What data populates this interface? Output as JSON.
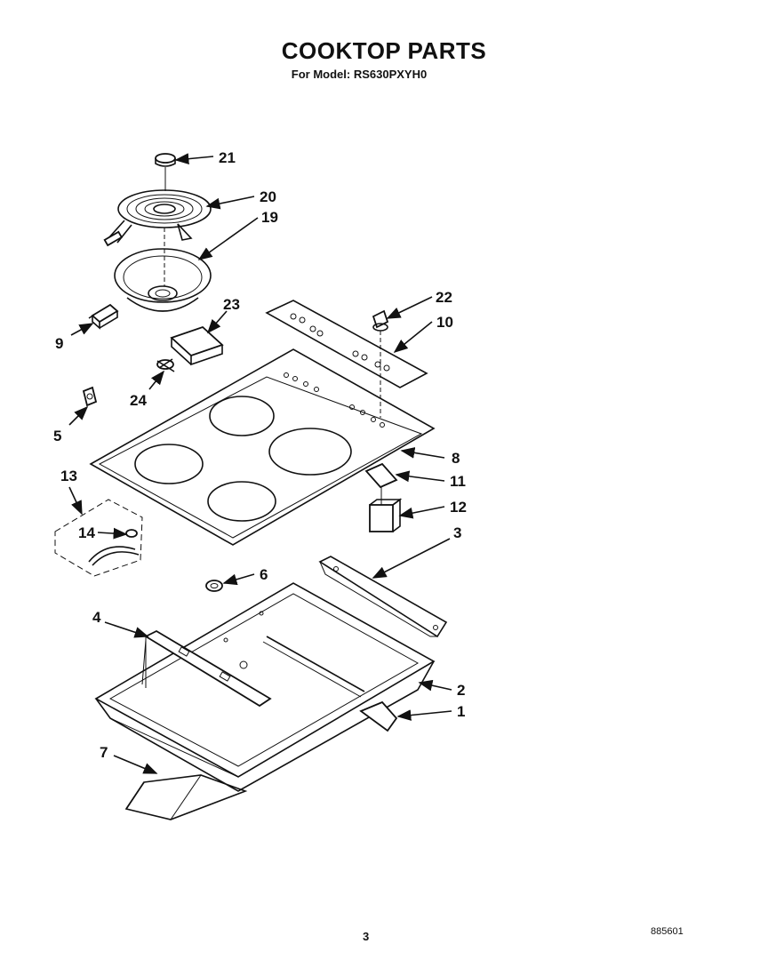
{
  "header": {
    "title": "COOKTOP PARTS",
    "subtitle": "For Model: RS630PXYH0"
  },
  "footer": {
    "page_number": "3",
    "doc_code": "885601"
  },
  "callouts": [
    {
      "id": "c21",
      "text": "21"
    },
    {
      "id": "c20",
      "text": "20"
    },
    {
      "id": "c19",
      "text": "19"
    },
    {
      "id": "c9",
      "text": "9"
    },
    {
      "id": "c23",
      "text": "23"
    },
    {
      "id": "c22",
      "text": "22"
    },
    {
      "id": "c10",
      "text": "10"
    },
    {
      "id": "c24",
      "text": "24"
    },
    {
      "id": "c5",
      "text": "5"
    },
    {
      "id": "c8",
      "text": "8"
    },
    {
      "id": "c13",
      "text": "13"
    },
    {
      "id": "c11",
      "text": "11"
    },
    {
      "id": "c12",
      "text": "12"
    },
    {
      "id": "c14",
      "text": "14"
    },
    {
      "id": "c3",
      "text": "3"
    },
    {
      "id": "c6",
      "text": "6"
    },
    {
      "id": "c4",
      "text": "4"
    },
    {
      "id": "c2",
      "text": "2"
    },
    {
      "id": "c1",
      "text": "1"
    },
    {
      "id": "c7",
      "text": "7"
    }
  ]
}
